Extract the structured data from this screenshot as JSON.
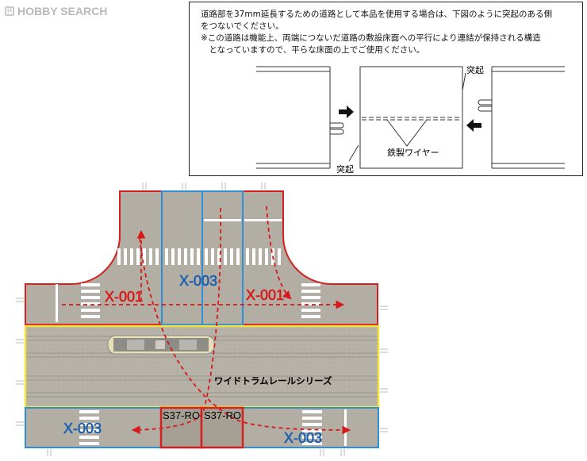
{
  "logo": {
    "text": "HOBBY SEARCH"
  },
  "note": {
    "lines": [
      "道路部を37mm延長するための道路として本品を使用する場合は、下図のように突起のある側",
      "をつないでください。",
      "※この道路は機能上、両端につないだ道路の敷設床面への平行により連結が保持される構造",
      "　となっていますので、平らな床面の上でご使用ください。"
    ],
    "label_protrusion_top": "突起",
    "label_protrusion_bottom": "突起",
    "label_wire": "鉄製ワイヤー"
  },
  "layout_labels": {
    "x003_top": "X-003",
    "x001_left": "X-001",
    "x001_right": "X-001",
    "tram_rail": "ワイドトラムレールシリーズ",
    "x003_bottom_left": "X-003",
    "x003_bottom_right": "X-003",
    "s37_left": "S37-RO",
    "s37_right": "S37-RO"
  },
  "colors": {
    "road": "#b3aea4",
    "red_outline": "#d42020",
    "blue_outline": "#2f8fd6",
    "yellow_outline": "#f2e43a",
    "label_blue": "#1a5fb0",
    "label_red": "#d81818",
    "arrow": "#d81818"
  }
}
